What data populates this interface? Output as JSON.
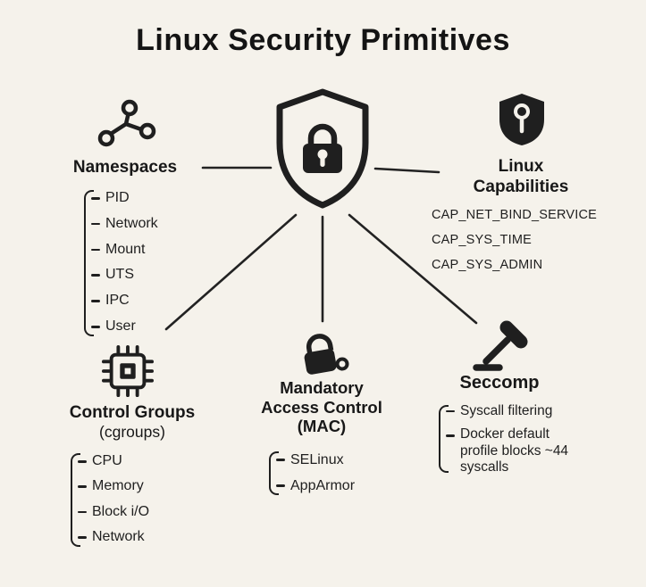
{
  "title": "Linux Security Primitives",
  "colors": {
    "background": "#f5f2eb",
    "ink": "#1f1f1f"
  },
  "center": {
    "icon": "shield-lock-icon"
  },
  "sections": {
    "namespaces": {
      "label": "Namespaces",
      "icon": "network-nodes-icon",
      "items": [
        "PID",
        "Network",
        "Mount",
        "UTS",
        "IPC",
        "User"
      ]
    },
    "capabilities": {
      "label_lines": [
        "Linux",
        "Capabilities"
      ],
      "icon": "shield-key-icon",
      "items": [
        "CAP_NET_BIND_SERVICE",
        "CAP_SYS_TIME",
        "CAP_SYS_ADMIN"
      ]
    },
    "control_groups": {
      "label": "Control Groups",
      "sublabel": "(cgroups)",
      "icon": "cpu-chip-icon",
      "items": [
        "CPU",
        "Memory",
        "Block i/O",
        "Network"
      ]
    },
    "mac": {
      "label_lines": [
        "Mandatory",
        "Access Control",
        "(MAC)"
      ],
      "icon": "padlock-icon",
      "items": [
        "SELinux",
        "AppArmor"
      ]
    },
    "seccomp": {
      "label": "Seccomp",
      "icon": "gavel-icon",
      "items": [
        "Syscall filtering",
        "Docker default profile blocks ~44 syscalls"
      ]
    }
  }
}
